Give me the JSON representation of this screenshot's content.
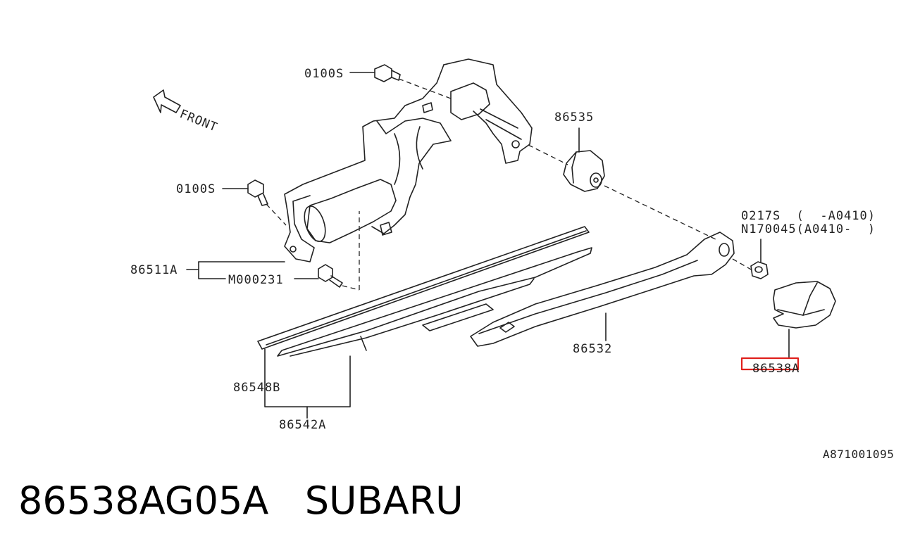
{
  "diagram": {
    "labels": {
      "bolt_top": "0100S",
      "bolt_left": "0100S",
      "cap_86535": "86535",
      "nut_line1": "0217S  (  -A0410)",
      "nut_line2": "N170045(A0410-  )",
      "motor_86511A": "86511A",
      "screw_M000231": "M000231",
      "arm_86532": "86532",
      "cover_86538A": "86538A",
      "blade_86548B": "86548B",
      "blade_86542A": "86542A",
      "front": "FRONT"
    },
    "highlight_color": "#e0201c",
    "line_color": "#222222"
  },
  "drawing_code": "A871001095",
  "footer": {
    "part_number": "86538AG05A",
    "brand": "SUBARU"
  }
}
